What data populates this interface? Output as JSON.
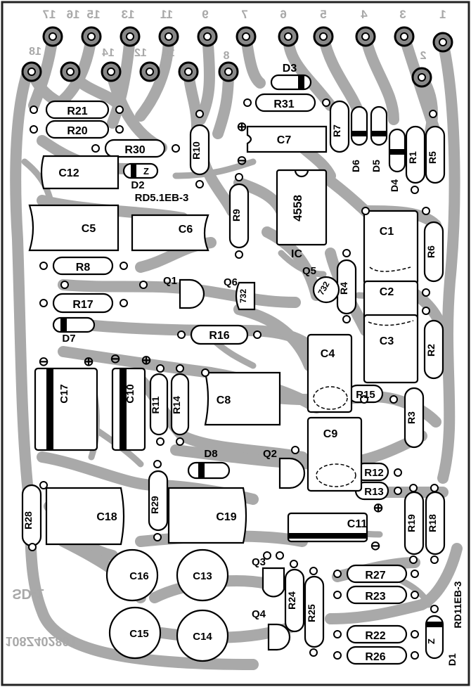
{
  "board": {
    "mirror_text": {
      "header_row": [
        "1",
        "3",
        "4",
        "5",
        "6",
        "7",
        "9",
        "11",
        "13",
        "15",
        "16",
        "17"
      ],
      "second_row": [
        "2",
        "8",
        "10",
        "12",
        "14",
        "18"
      ],
      "board_id": "SD-1",
      "part_number": "108Z402801"
    },
    "colors": {
      "copper_trace": "#a9a9a9",
      "silkscreen": "#000000",
      "background": "#ffffff",
      "mirror_text": "#a8a8a8"
    },
    "resistors": [
      "R21",
      "R20",
      "R30",
      "R31",
      "R10",
      "R7",
      "R1",
      "R5",
      "R9",
      "R8",
      "R17",
      "R16",
      "R4",
      "R6",
      "R2",
      "R15",
      "R3",
      "R11",
      "R14",
      "R12",
      "R13",
      "R28",
      "R29",
      "R19",
      "R18",
      "R27",
      "R23",
      "R24",
      "R25",
      "R22",
      "R26"
    ],
    "capacitors": [
      "C12",
      "C7",
      "C5",
      "C6",
      "C1",
      "C2",
      "C3",
      "C4",
      "C17",
      "C10",
      "C8",
      "C9",
      "C18",
      "C19",
      "C11",
      "C16",
      "C13",
      "C15",
      "C14"
    ],
    "diodes": [
      "D3",
      "D6",
      "D5",
      "D4",
      "D2",
      "D7",
      "D8",
      "D1"
    ],
    "transistors": [
      "Q1",
      "Q6",
      "Q5",
      "Q2",
      "Q3",
      "Q4"
    ],
    "transistor_markings": {
      "q6": "732",
      "q5": "732"
    },
    "zener_markings": {
      "d2_symbol": "Z",
      "d2_part": "RD5.1EB-3",
      "d1_symbol": "Z",
      "d1_part": "RD11EB-3"
    },
    "ic": {
      "label": "IC",
      "part": "4558"
    },
    "polarity": {
      "plus": "⊕",
      "minus": "⊖"
    }
  }
}
